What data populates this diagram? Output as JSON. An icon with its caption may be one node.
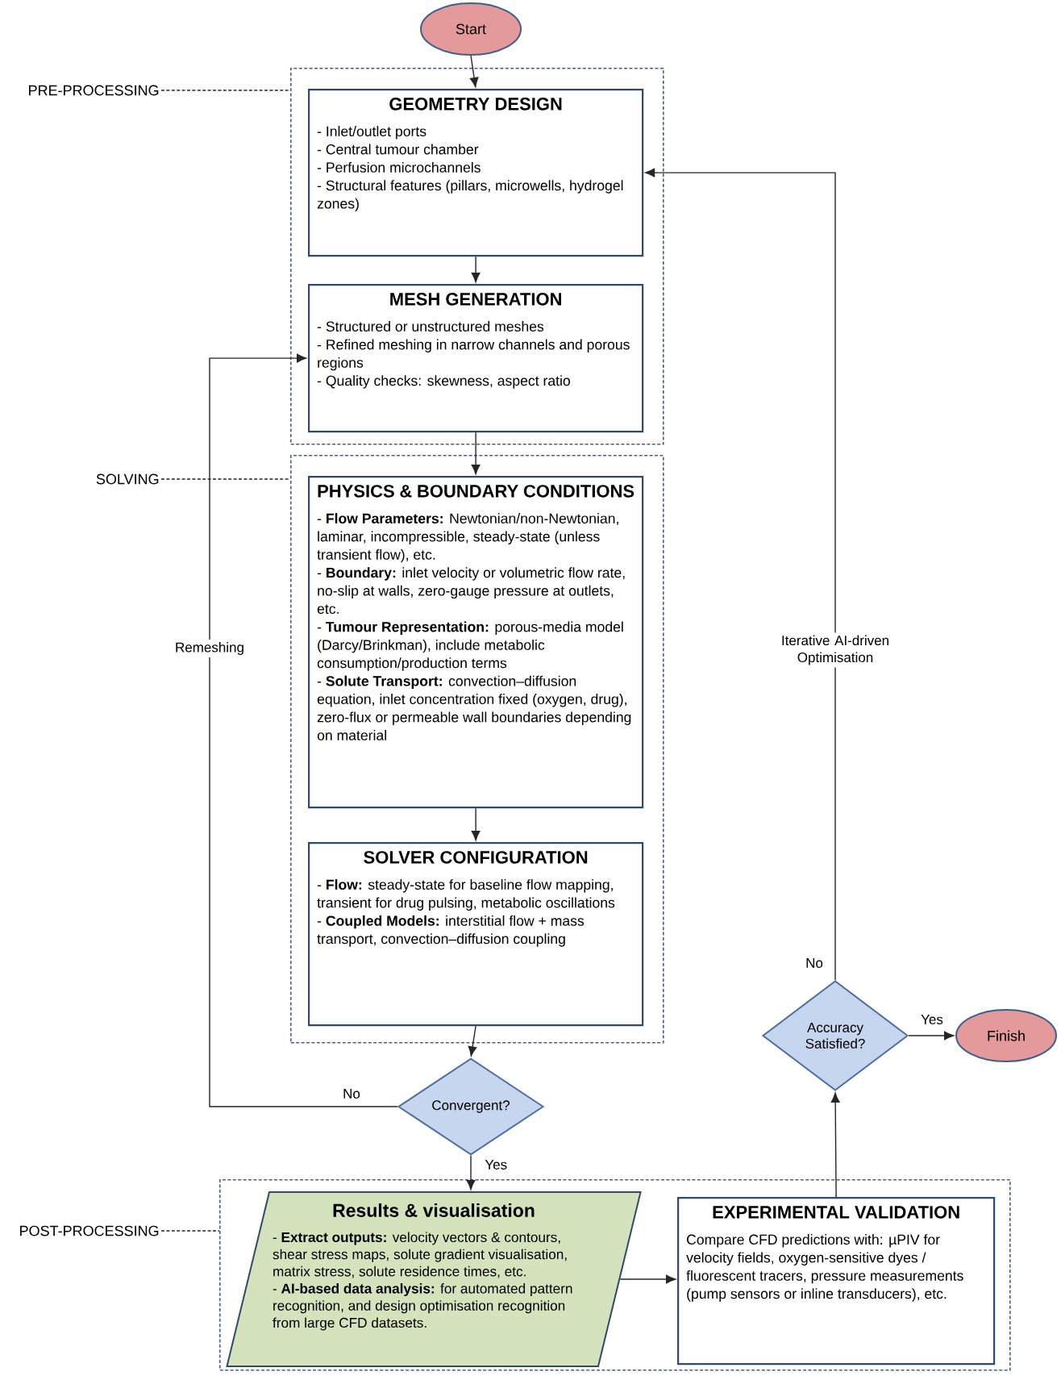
{
  "diagram": {
    "nodes": [
      {
        "text": [
          "Start"
        ]
      },
      {
        "text": [
          "PRE-PROCESSING"
        ]
      },
      {
        "text": [],
        "shape": "box"
      },
      {
        "text": [
          "GEOMETRY DESIGN",
          "- Inlet/outlet ports",
          "- Central tumour chamber",
          "- Perfusion microchannels",
          "- Structural features (pillars, microwells, hydrogel zones)"
        ],
        "in": 2
      },
      {
        "text": [
          "MESH GENERATION",
          "- Structured or unstructured meshes",
          "- Refined meshing in narrow channels and porous regions",
          "- Quality checks: skewness, aspect ratio"
        ],
        "in": 2
      },
      {
        "text": [
          "SOLVING"
        ]
      },
      {
        "text": [],
        "shape": "box"
      },
      {
        "text": [
          "PHYSICS & BOUNDARY CONDITIONS",
          "- **Flow Parameters:** Newtonian/non-Newtonian, laminar, incompressible, steady-state (unless transient flow), etc.",
          "- **Boundary:** inlet velocity or volumetric flow rate, no-slip at walls, zero-gauge pressure at outlets, etc.",
          "- **Tumour Representation:** porous-media model (Darcy/Brinkman), include metabolic consumption/production terms",
          "- **Solute Transport:** convection–diffusion equation, inlet concentration fixed (oxygen, drug), zero-flux or permeable wall boundaries depending on material"
        ],
        "in": 6
      },
      {
        "text": [
          "SOLVER CONFIGURATION",
          "- **Flow:** steady-state for baseline flow mapping, transient for drug pulsing, metabolic oscillations",
          "- **Coupled Models:** interstitial flow + mass transport, convection–diffusion coupling"
        ],
        "in": 6
      },
      {
        "text": [
          "Convergent?"
        ]
      },
      {
        "text": [
          "Accuracy Satisfied?"
        ]
      },
      {
        "text": [
          "Finish"
        ]
      },
      {
        "text": [
          "POST-PROCESSING"
        ]
      },
      {
        "text": [],
        "shape": "box"
      },
      {
        "text": [
          "Results & visualisation",
          "- **Extract outputs:** velocity vectors & contours, shear stress maps, solute gradient visualisation, matrix stress, solute residence times, etc.",
          "- **AI-based data analysis:** for automated pattern recognition, and design optimisation recognition from large CFD datasets."
        ],
        "in": 13
      },
      {
        "text": [
          "EXPERIMENTAL VALIDATION",
          "Compare CFD predictions with: µPIV for velocity fields, oxygen-sensitive dyes / fluorescent tracers, pressure measurements (pump sensors or inline transducers), etc."
        ],
        "in": 13
      }
    ],
    "edges": [
      {
        "from": 0,
        "to": 3,
        "arrow": "to"
      },
      {
        "from": 3,
        "to": 4,
        "arrow": "to"
      },
      {
        "from": 4,
        "to": 7,
        "arrow": "to"
      },
      {
        "from": 7,
        "to": 8,
        "arrow": "to"
      },
      {
        "from": 8,
        "to": 9,
        "arrow": "to"
      },
      {
        "from": 9,
        "to": 4,
        "arrow": "to",
        "label": "Remeshing"
      },
      {
        "from": 9,
        "to": 14,
        "arrow": "to",
        "label": "Yes"
      },
      {
        "from": 14,
        "to": 15,
        "arrow": "to"
      },
      {
        "from": 15,
        "to": 10,
        "arrow": "to"
      },
      {
        "from": 10,
        "to": 11,
        "arrow": "to",
        "label": "Yes"
      },
      {
        "from": 10,
        "to": 3,
        "arrow": "to",
        "label": "Iterative AI-driven Optimisation"
      },
      {
        "from": 1,
        "to": 2,
        "arrow": "none",
        "style": "dashed"
      },
      {
        "from": 5,
        "to": 6,
        "arrow": "none",
        "style": "dashed"
      },
      {
        "from": 12,
        "to": 13,
        "arrow": "none",
        "style": "dashed"
      }
    ],
    "labels": [
      "No",
      "No"
    ]
  }
}
